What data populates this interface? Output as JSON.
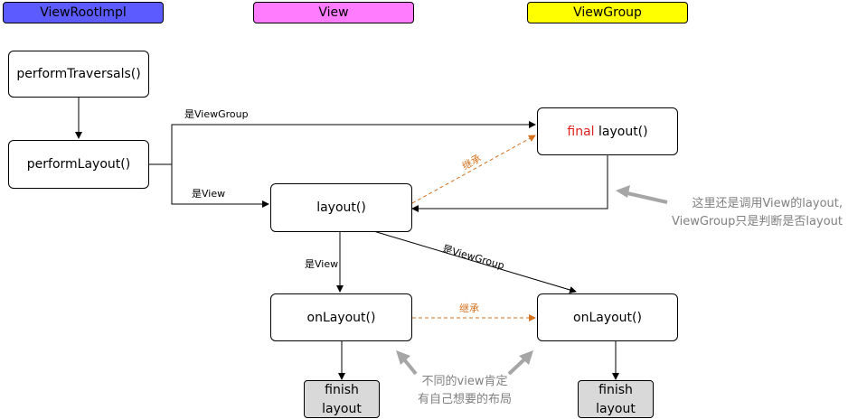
{
  "headers": {
    "viewrootimpl": {
      "label": "ViewRootImpl",
      "color": "#5b5bff"
    },
    "view": {
      "label": "View",
      "color": "#ff7cff"
    },
    "viewgroup": {
      "label": "ViewGroup",
      "color": "#ffff00"
    }
  },
  "nodes": {
    "perform_traversals": "performTraversals()",
    "perform_layout": "performLayout()",
    "final_keyword": "final",
    "final_layout": " layout()",
    "layout": "layout()",
    "on_layout_view": "onLayout()",
    "on_layout_viewgroup": "onLayout()",
    "finish_view": [
      "finish",
      "layout"
    ],
    "finish_viewgroup": [
      "finish",
      "layout"
    ]
  },
  "edge_labels": {
    "is_viewgroup_top": "是ViewGroup",
    "is_view_mid": "是View",
    "inherit_top": "继承",
    "is_view_bottom": "是View",
    "is_viewgroup_diag": "是ViewGroup",
    "inherit_bottom": "继承"
  },
  "notes": {
    "right_note": [
      "这里还是调用View的layout,",
      "ViewGroup只是判断是否layout"
    ],
    "bottom_note": [
      "不同的view肯定",
      "有自己想要的布局"
    ]
  },
  "colors": {
    "inherit_arrow": "#d3711f",
    "note_arrow": "#a6a6a6",
    "final_keyword": "#e02020",
    "finish_fill": "#d9d9d9"
  }
}
